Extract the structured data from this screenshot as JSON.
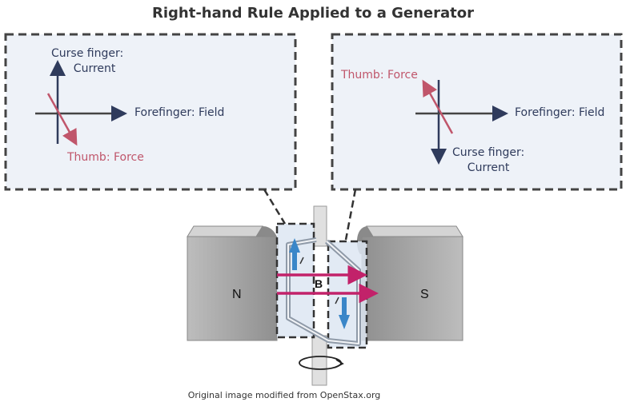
{
  "title": "Right-hand Rule Applied to a Generator",
  "left_panel": {
    "current_label_line1": "Curse finger:",
    "current_label_line2": "Current",
    "field_label": "Forefinger: Field",
    "force_label": "Thumb: Force"
  },
  "right_panel": {
    "force_label": "Thumb: Force",
    "field_label": "Forefinger: Field",
    "current_label_line1": "Curse finger:",
    "current_label_line2": "Current"
  },
  "generator": {
    "north_label": "N",
    "south_label": "S",
    "field_label": "B"
  },
  "caption": "Original image modified from OpenStax.org",
  "colors": {
    "panel_fill": "#eef2f8",
    "navy": "#2f3b5c",
    "force_red": "#c0566b",
    "field_magenta": "#c2226a",
    "current_blue": "#3a86c8",
    "magnet_gray": "#a9a9a9"
  }
}
